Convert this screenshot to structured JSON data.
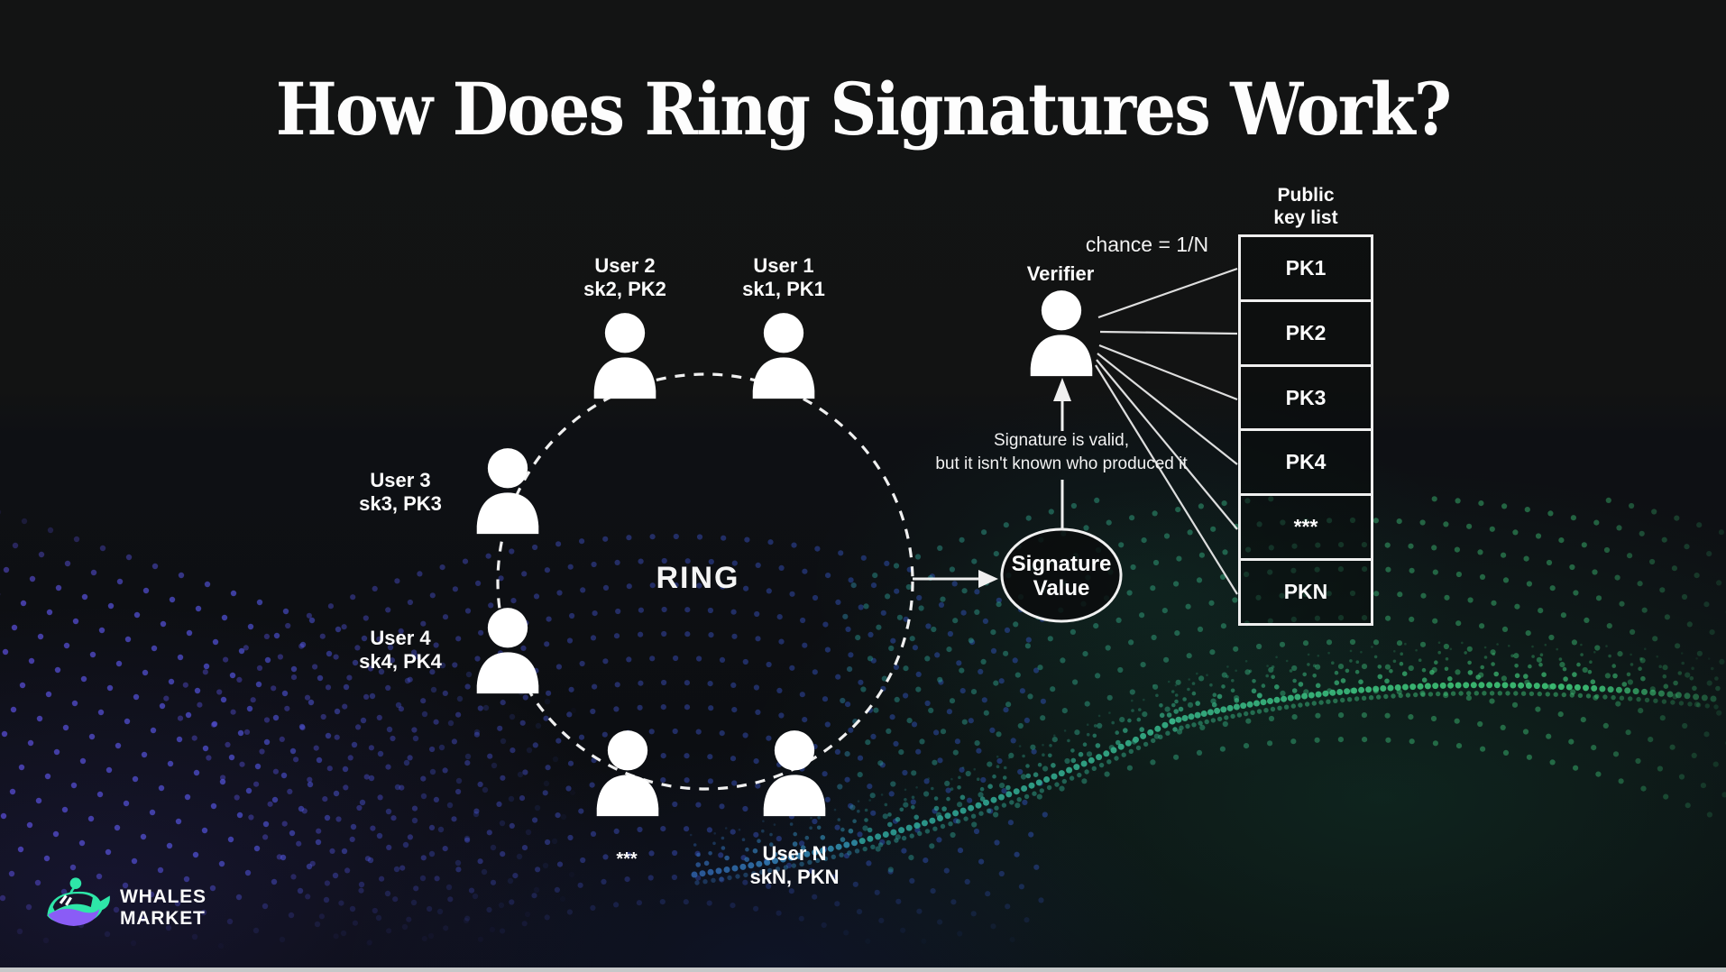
{
  "title": "How Does Ring Signatures Work?",
  "ring": {
    "label": "RING",
    "users": [
      {
        "name": "User 1",
        "keys": "sk1, PK1"
      },
      {
        "name": "User 2",
        "keys": "sk2, PK2"
      },
      {
        "name": "User 3",
        "keys": "sk3, PK3"
      },
      {
        "name": "User 4",
        "keys": "sk4, PK4"
      },
      {
        "name": "***",
        "keys": ""
      },
      {
        "name": "User N",
        "keys": "skN, PKN"
      }
    ]
  },
  "signature_value": {
    "line1": "Signature",
    "line2": "Value"
  },
  "verifier": {
    "label": "Verifier",
    "chance": "chance = 1/N",
    "note1": "Signature is valid,",
    "note2": "but it isn't known who produced it"
  },
  "public_key_list": {
    "title1": "Public",
    "title2": "key list",
    "rows": [
      "PK1",
      "PK2",
      "PK3",
      "PK4",
      "***",
      "PKN"
    ]
  },
  "brand": {
    "line1": "WHALES",
    "line2": "MARKET"
  },
  "colors": {
    "background": "#101214",
    "text": "#ffffff",
    "dot_purple": "#5a50d8",
    "dot_blue": "#3a62d8",
    "dot_teal": "#2c9c96",
    "dot_green": "#3ec478",
    "brand_green": "#2ee6a8",
    "brand_purple": "#8a5cf6"
  }
}
